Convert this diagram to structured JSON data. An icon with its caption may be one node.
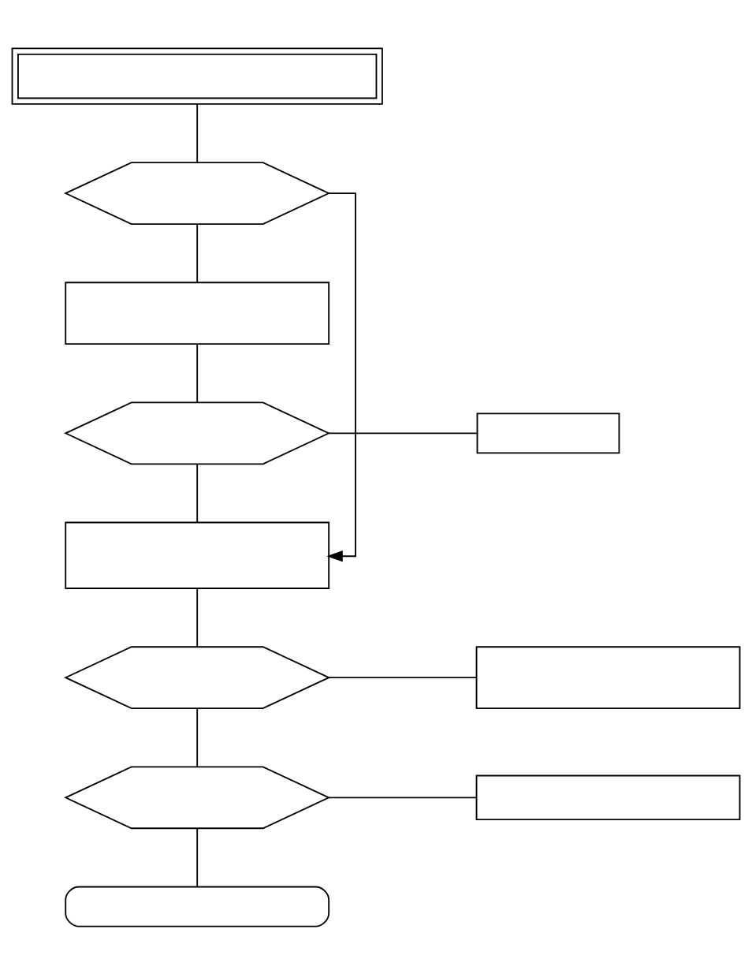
{
  "diagram": {
    "nodes": [
      {
        "text": [],
        "shape": "box"
      },
      {
        "text": [],
        "shape": "hexagon"
      },
      {
        "text": [],
        "shape": "box"
      },
      {
        "text": [],
        "shape": "hexagon"
      },
      {
        "text": [],
        "shape": "box"
      },
      {
        "text": [],
        "shape": "box"
      },
      {
        "text": [],
        "shape": "hexagon"
      },
      {
        "text": [],
        "shape": "box"
      },
      {
        "text": [],
        "shape": "hexagon"
      },
      {
        "text": [],
        "shape": "box"
      },
      {
        "text": [],
        "shape": "stadium"
      }
    ],
    "edges": [
      {
        "from": 0,
        "to": 1,
        "arrow": "none"
      },
      {
        "from": 1,
        "to": 2,
        "arrow": "none"
      },
      {
        "from": 2,
        "to": 3,
        "arrow": "none"
      },
      {
        "from": 3,
        "to": 4,
        "arrow": "none"
      },
      {
        "from": 1,
        "to": 5,
        "arrow": "to"
      },
      {
        "from": 3,
        "to": 5,
        "arrow": "none"
      },
      {
        "from": 5,
        "to": 6,
        "arrow": "none"
      },
      {
        "from": 6,
        "to": 7,
        "arrow": "none"
      },
      {
        "from": 6,
        "to": 8,
        "arrow": "none"
      },
      {
        "from": 8,
        "to": 9,
        "arrow": "none"
      },
      {
        "from": 8,
        "to": 10,
        "arrow": "none"
      }
    ]
  }
}
